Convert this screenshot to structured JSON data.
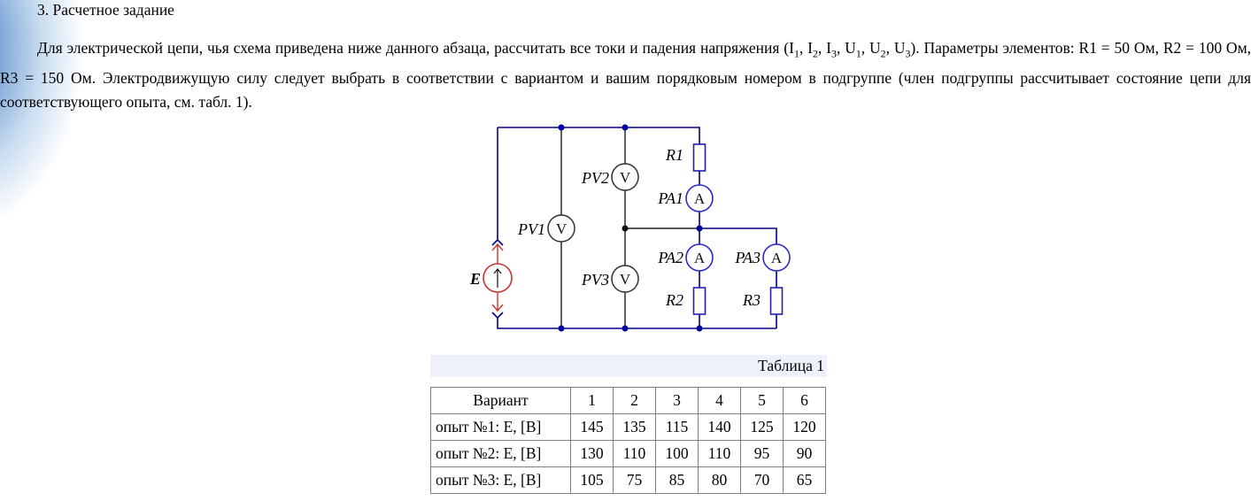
{
  "document": {
    "title": "3. Расчетное задание",
    "paragraph": {
      "part1": "Для электрической цепи, чья схема приведена ниже данного абзаца, рассчитать все токи и падения напряжения (",
      "symbols": [
        {
          "base": "I",
          "sub": "1"
        },
        {
          "base": "I",
          "sub": "2"
        },
        {
          "base": "I",
          "sub": "3"
        },
        {
          "base": "U",
          "sub": "1"
        },
        {
          "base": "U",
          "sub": "2"
        },
        {
          "base": "U",
          "sub": "3"
        }
      ],
      "part2": "). Параметры элементов: R1 = 50 Ом, R2 = 100 Ом, R3 = 150 Ом. Электродвижущую силу следует выбрать в соответствии с вариантом и вашим порядковым номером в подгруппе (член подгруппы рассчитывает состояние цепи для соответствующего опыта, см. табл. 1)."
    }
  },
  "diagram": {
    "labels": {
      "source": "E",
      "pv1": "PV1",
      "pv2": "PV2",
      "pv3": "PV3",
      "pa1": "PA1",
      "pa2": "PA2",
      "pa3": "PA3",
      "r1": "R1",
      "r2": "R2",
      "r3": "R3"
    },
    "meter_letters": {
      "voltmeter": "V",
      "ammeter": "A"
    },
    "colors": {
      "wire": "#00008b",
      "voltmeter": "#303030",
      "ammeter": "#2a2ac8",
      "source": "#cc3333",
      "node": "#0000a0"
    }
  },
  "table": {
    "caption": "Таблица 1",
    "header": [
      "Вариант",
      "1",
      "2",
      "3",
      "4",
      "5",
      "6"
    ],
    "rows": [
      {
        "label": "опыт №1: E, [В]",
        "values": [
          "145",
          "135",
          "115",
          "140",
          "125",
          "120"
        ]
      },
      {
        "label": "опыт №2: E, [В]",
        "values": [
          "130",
          "110",
          "100",
          "110",
          "95",
          "90"
        ]
      },
      {
        "label": "опыт №3: E, [В]",
        "values": [
          "105",
          "75",
          "85",
          "80",
          "70",
          "65"
        ]
      }
    ]
  }
}
